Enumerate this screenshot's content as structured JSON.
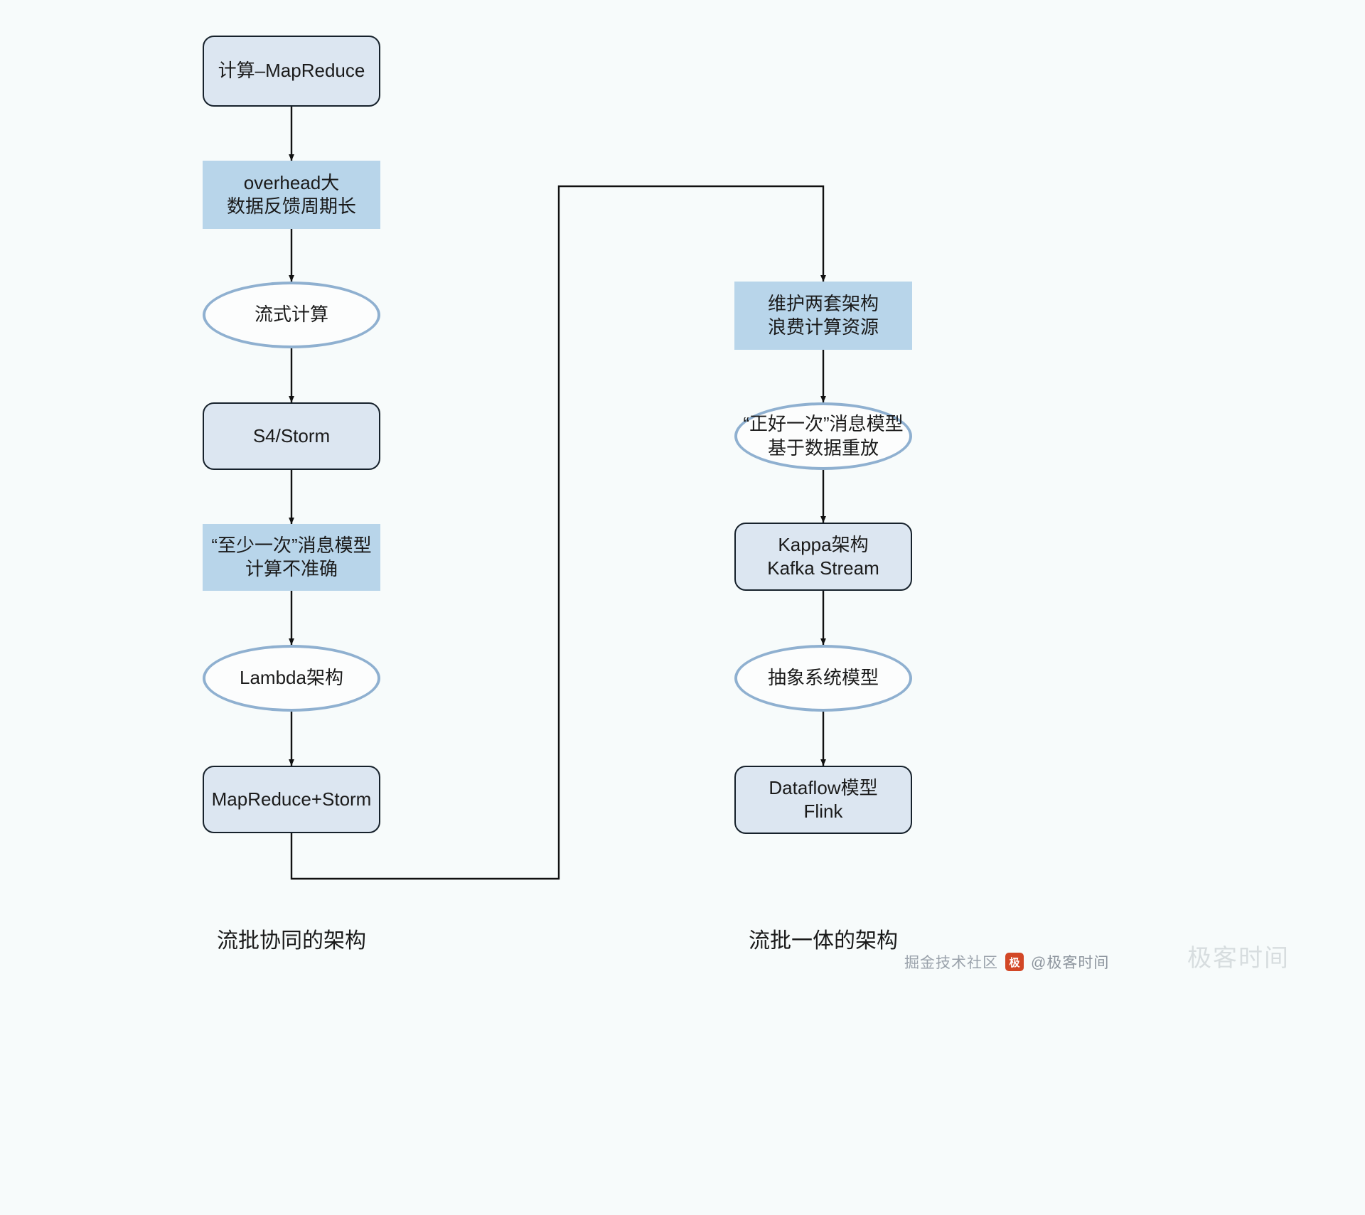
{
  "diagram": {
    "title_left": "流批协同的架构",
    "title_right": "流批一体的架构",
    "colors": {
      "background": "#f7fbfb",
      "rounded_fill": "#dce6f1",
      "rounded_stroke": "#16212b",
      "flat_fill": "#b8d5ea",
      "ellipse_fill": "#fcfdfd",
      "ellipse_stroke": "#8fb0d0",
      "edge": "#111111",
      "text": "#1a1a1a"
    },
    "left_column": [
      {
        "id": "calc-mapreduce",
        "shape": "rounded",
        "label": "计算–MapReduce"
      },
      {
        "id": "overhead",
        "shape": "flat",
        "label": "overhead大\n数据反馈周期长"
      },
      {
        "id": "stream-compute",
        "shape": "ellipse",
        "label": "流式计算"
      },
      {
        "id": "s4-storm",
        "shape": "rounded",
        "label": "S4/Storm"
      },
      {
        "id": "at-least-once",
        "shape": "flat",
        "label": "“至少一次”消息模型\n计算不准确"
      },
      {
        "id": "lambda",
        "shape": "ellipse",
        "label": "Lambda架构"
      },
      {
        "id": "mapreduce-storm",
        "shape": "rounded",
        "label": "MapReduce+Storm"
      }
    ],
    "right_column": [
      {
        "id": "two-architectures",
        "shape": "flat",
        "label": "维护两套架构\n浪费计算资源"
      },
      {
        "id": "exactly-once",
        "shape": "ellipse",
        "label": "“正好一次”消息模型\n基于数据重放"
      },
      {
        "id": "kappa",
        "shape": "rounded",
        "label": "Kappa架构\nKafka Stream"
      },
      {
        "id": "abstract-model",
        "shape": "ellipse",
        "label": "抽象系统模型"
      },
      {
        "id": "dataflow-flink",
        "shape": "rounded",
        "label": "Dataflow模型\nFlink"
      }
    ],
    "watermark": {
      "left_text": "掘金技术社区",
      "badge": "极",
      "right_text": "@极客时间",
      "ghost_text": "极客时间"
    }
  }
}
